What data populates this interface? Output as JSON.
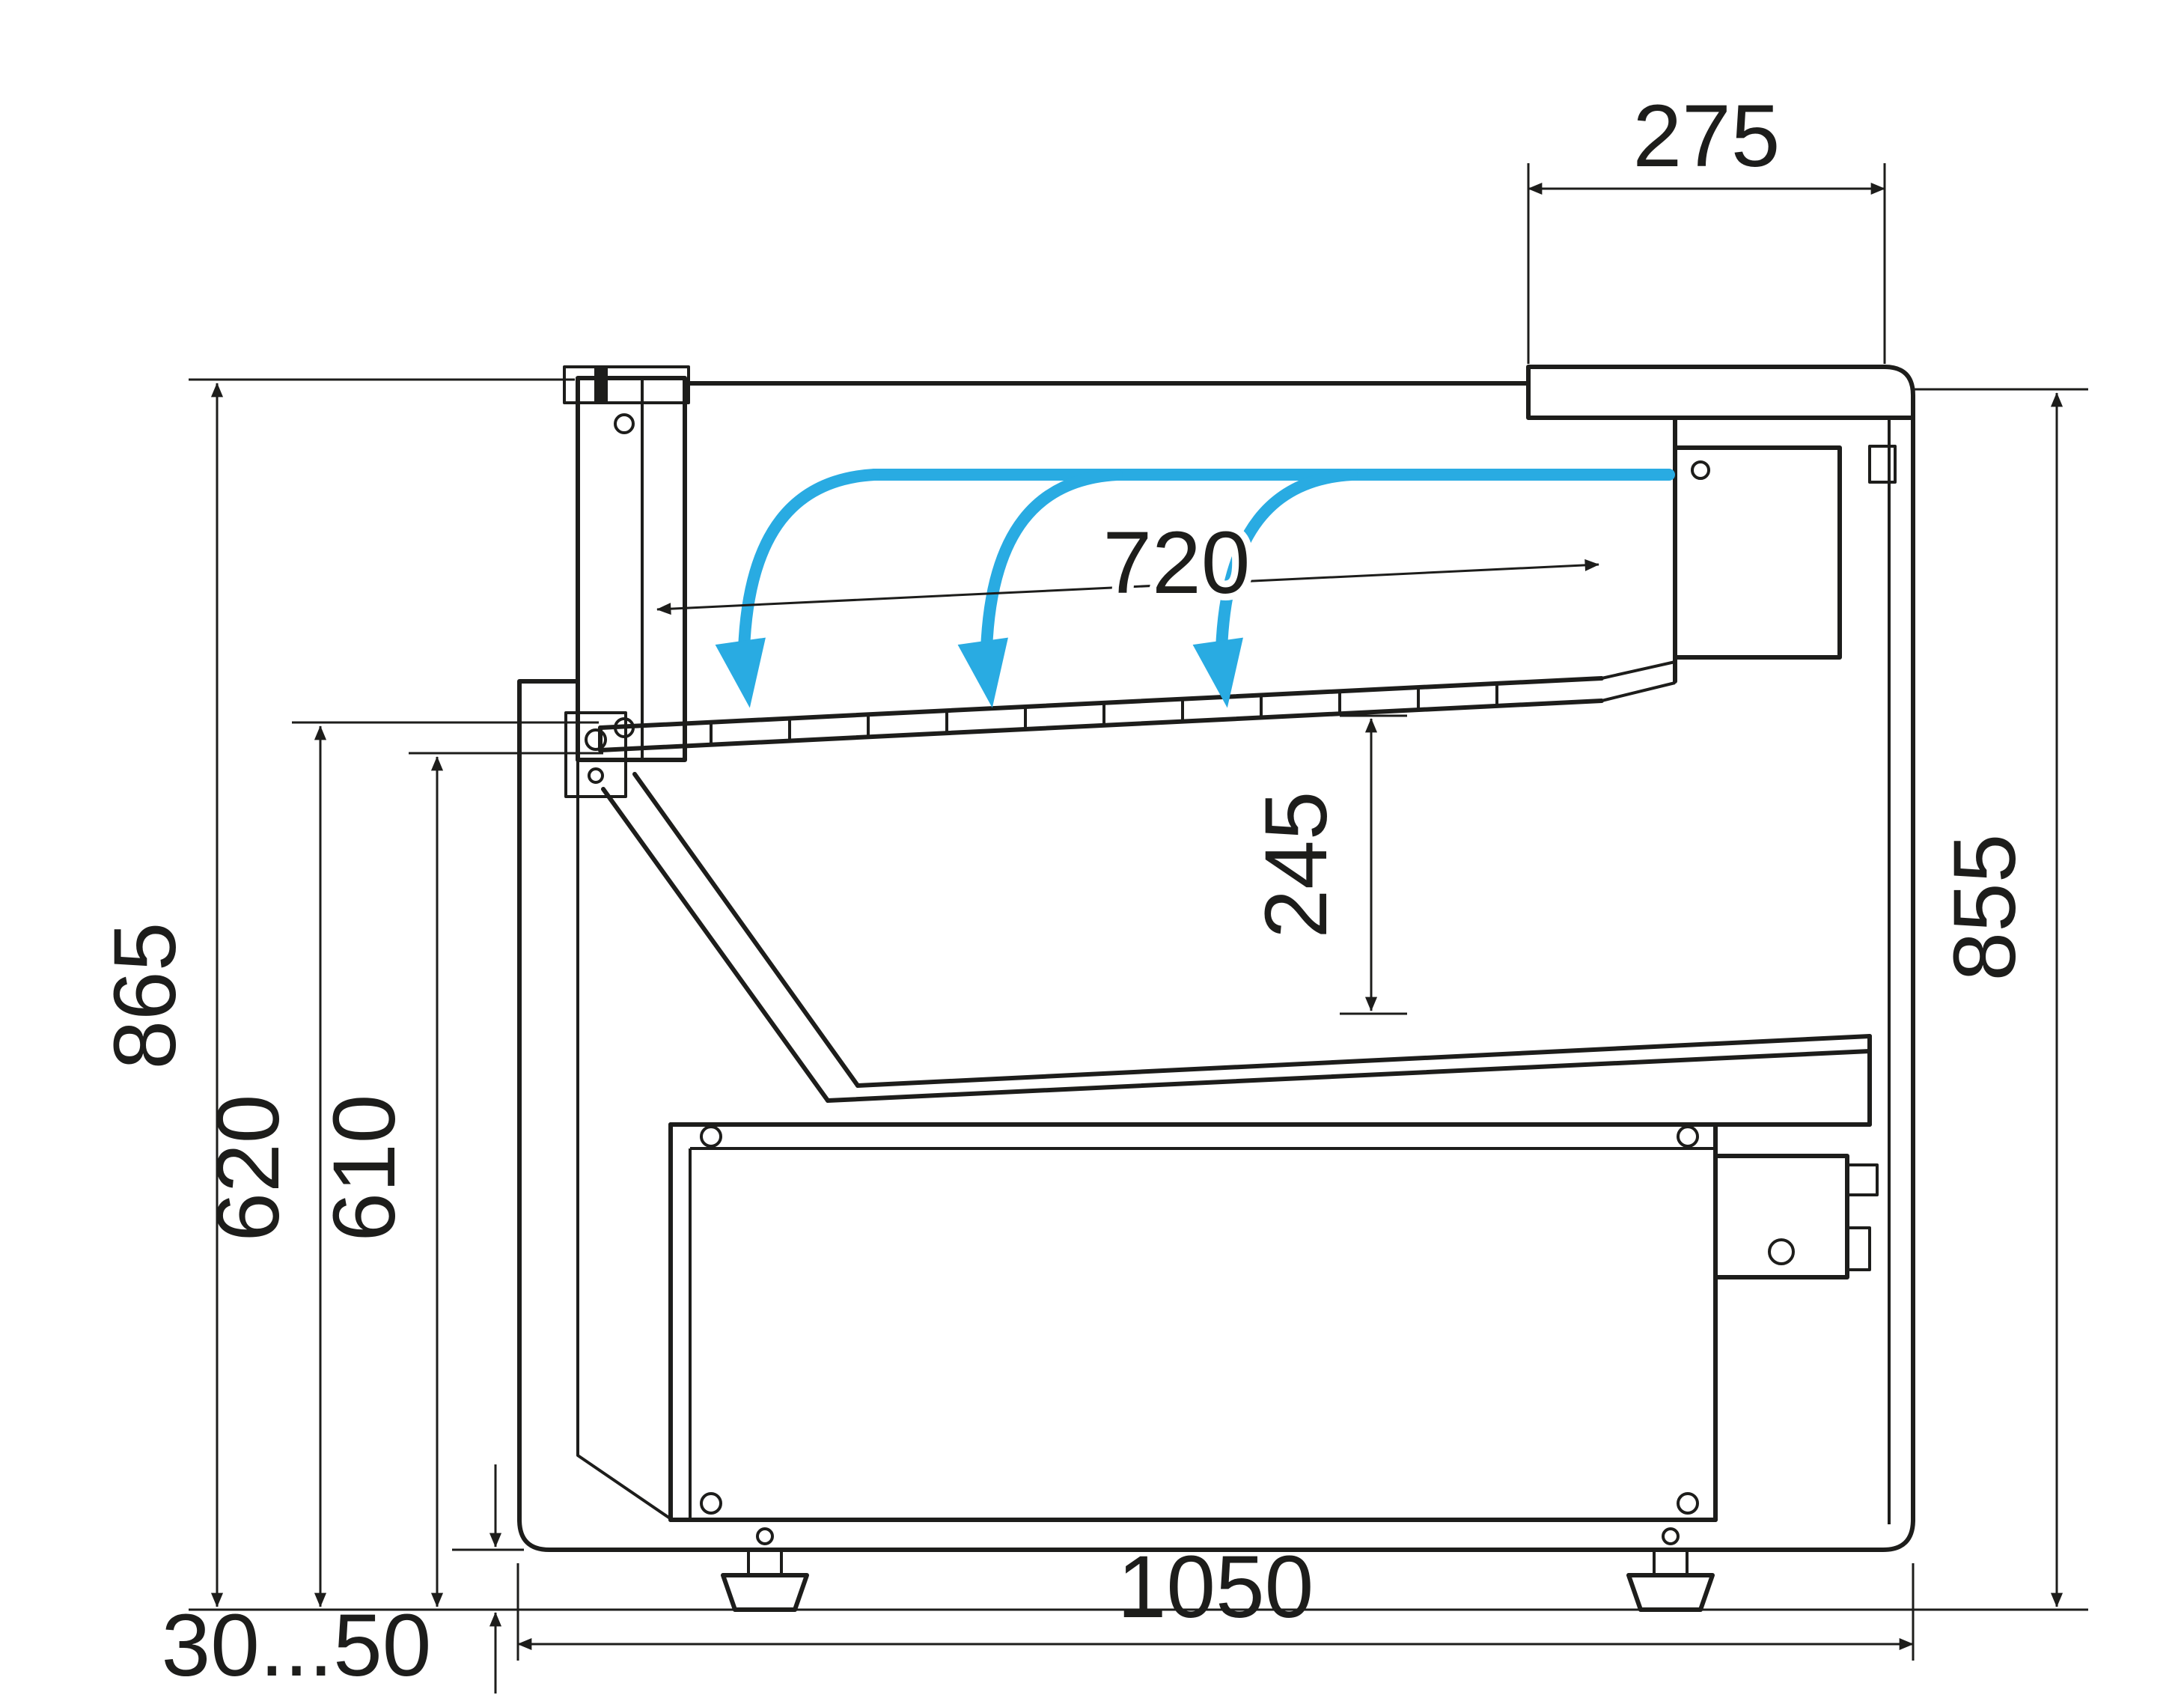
{
  "drawing": {
    "subject": "serve-over refrigerated counter cross-section with airflow",
    "colors": {
      "line": "#1d1d1b",
      "airflow": "#29abe2",
      "background": "#ffffff"
    },
    "dimensions": {
      "overall_height_left": "865",
      "counter_height": "620",
      "deck_height": "610",
      "overall_height_right": "855",
      "tabletop_depth": "275",
      "display_deck_depth": "720",
      "well_inner_height": "245",
      "overall_depth": "1050",
      "leg_adjustment_range": "30...50"
    }
  }
}
